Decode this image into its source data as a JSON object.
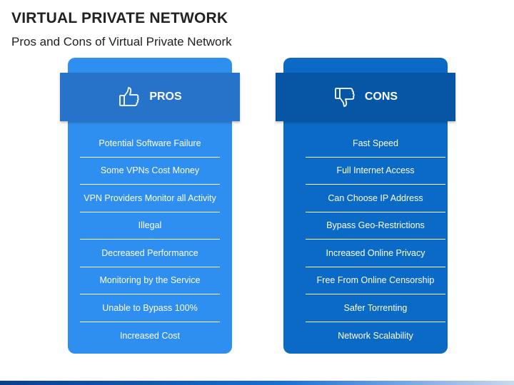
{
  "slide": {
    "title": "VIRTUAL PRIVATE NETWORK",
    "subtitle": "Pros and Cons of Virtual Private Network"
  },
  "pros": {
    "label": "PROS",
    "icon": "thumbs-up-icon",
    "color": "#2f8ff0",
    "items": [
      "Potential Software Failure",
      "Some VPNs Cost Money",
      "VPN Providers Monitor all Activity",
      "Illegal",
      "Decreased Performance",
      "Monitoring by the Service",
      "Unable to Bypass 100%",
      "Increased Cost"
    ]
  },
  "cons": {
    "label": "CONS",
    "icon": "thumbs-down-icon",
    "color": "#0b6ac6",
    "items": [
      "Fast Speed",
      "Full Internet Access",
      "Can Choose IP Address",
      "Bypass Geo-Restrictions",
      "Increased Online Privacy",
      "Free From Online Censorship",
      "Safer Torrenting",
      "Network Scalability"
    ]
  }
}
